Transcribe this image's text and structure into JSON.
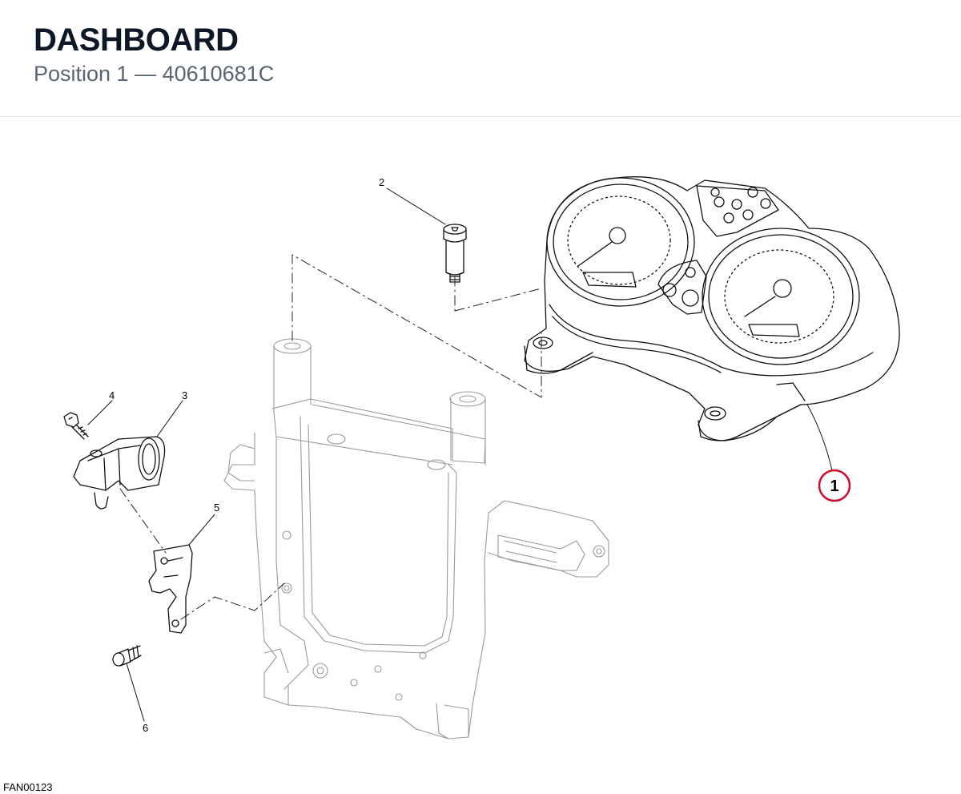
{
  "header": {
    "title": "DASHBOARD",
    "subtitle": "Position 1 — 40610681C"
  },
  "callouts": {
    "c1": "1",
    "c2": "2",
    "c3": "3",
    "c4": "4",
    "c5": "5",
    "c6": "6"
  },
  "highlight_color": "#c8102e",
  "footer": {
    "code": "FAN00123"
  }
}
